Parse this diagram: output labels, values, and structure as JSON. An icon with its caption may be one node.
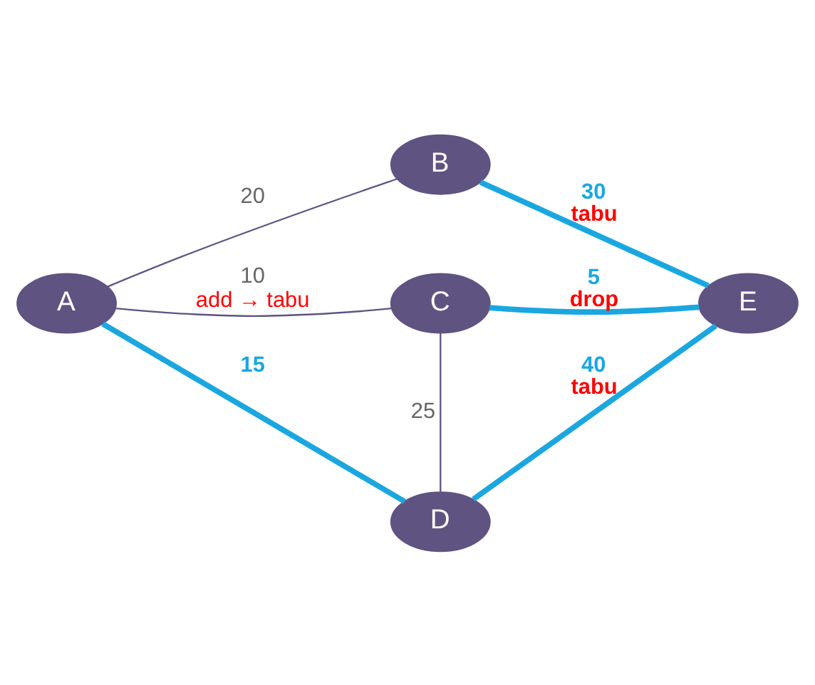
{
  "diagram": {
    "nodes": [
      {
        "text": [
          "A"
        ]
      },
      {
        "text": [
          "B"
        ]
      },
      {
        "text": [
          "C"
        ]
      },
      {
        "text": [
          "D"
        ]
      },
      {
        "text": [
          "E"
        ]
      }
    ],
    "edges": [
      {
        "from": 0,
        "to": 1,
        "arrow": "none",
        "label": "20",
        "color": "#5f5382"
      },
      {
        "from": 0,
        "to": 2,
        "arrow": "none",
        "label": "10 add → tabu",
        "color": "#5f5382"
      },
      {
        "from": 0,
        "to": 3,
        "arrow": "none",
        "label": "15"
      },
      {
        "from": 1,
        "to": 4,
        "arrow": "none",
        "label": "30 tabu"
      },
      {
        "from": 2,
        "to": 4,
        "arrow": "none",
        "label": "5 drop"
      },
      {
        "from": 2,
        "to": 3,
        "arrow": "none",
        "label": "25",
        "color": "#5f5382"
      },
      {
        "from": 3,
        "to": 4,
        "arrow": "none",
        "label": "40 tabu"
      }
    ]
  }
}
